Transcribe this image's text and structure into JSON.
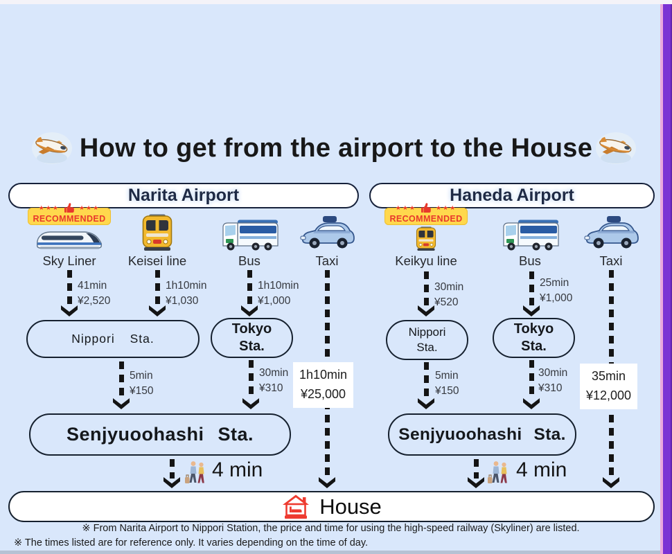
{
  "title": "How to get from the airport to the House",
  "badge": {
    "label": "RECOMMENDED"
  },
  "narita": {
    "header": "Narita Airport",
    "skyliner": {
      "label": "Sky Liner",
      "time": "41min",
      "fare": "¥2,520"
    },
    "keisei": {
      "label": "Keisei line",
      "time": "1h10min",
      "fare": "¥1,030"
    },
    "bus": {
      "label": "Bus",
      "time": "1h10min",
      "fare": "¥1,000"
    },
    "taxi": {
      "label": "Taxi",
      "time": "1h10min",
      "fare": "¥25,000"
    },
    "nippori": {
      "name": "Nippori Sta.",
      "time": "5min",
      "fare": "¥150"
    },
    "tokyo": {
      "name1": "Tokyo",
      "name2": "Sta.",
      "time": "30min",
      "fare": "¥310"
    },
    "senjyu": {
      "name": "Senjyuoohashi Sta."
    },
    "walk": "4 min"
  },
  "haneda": {
    "header": "Haneda Airport",
    "keikyu": {
      "label": "Keikyu line",
      "time": "30min",
      "fare": "¥520"
    },
    "bus": {
      "label": "Bus",
      "time": "25min",
      "fare": "¥1,000"
    },
    "taxi": {
      "label": "Taxi",
      "time": "35min",
      "fare": "¥12,000"
    },
    "nippori": {
      "name1": "Nippori",
      "name2": "Sta.",
      "time": "5min",
      "fare": "¥150"
    },
    "tokyo": {
      "name1": "Tokyo",
      "name2": "Sta.",
      "time": "30min",
      "fare": "¥310"
    },
    "senjyu": {
      "name": "Senjyuoohashi Sta."
    },
    "walk": "4 min"
  },
  "house": {
    "label": "House"
  },
  "notes": {
    "line1": "※ From Narita Airport to Nippori Station, the price and time for using the high-speed railway (Skyliner) are listed.",
    "line2": "※ The times listed are for reference only. It varies depending on the time of day."
  },
  "colors": {
    "background": "#d9e7fb",
    "panel_white": "#ffffff",
    "outline_dark": "#15202e",
    "badge_yellow": "#ffd84d",
    "badge_red": "#e8382c",
    "house_red": "#ee3b30",
    "train_yellow": "#f2b92e",
    "border_purple": "#7b32d4",
    "border_pink": "#eaa6de"
  }
}
